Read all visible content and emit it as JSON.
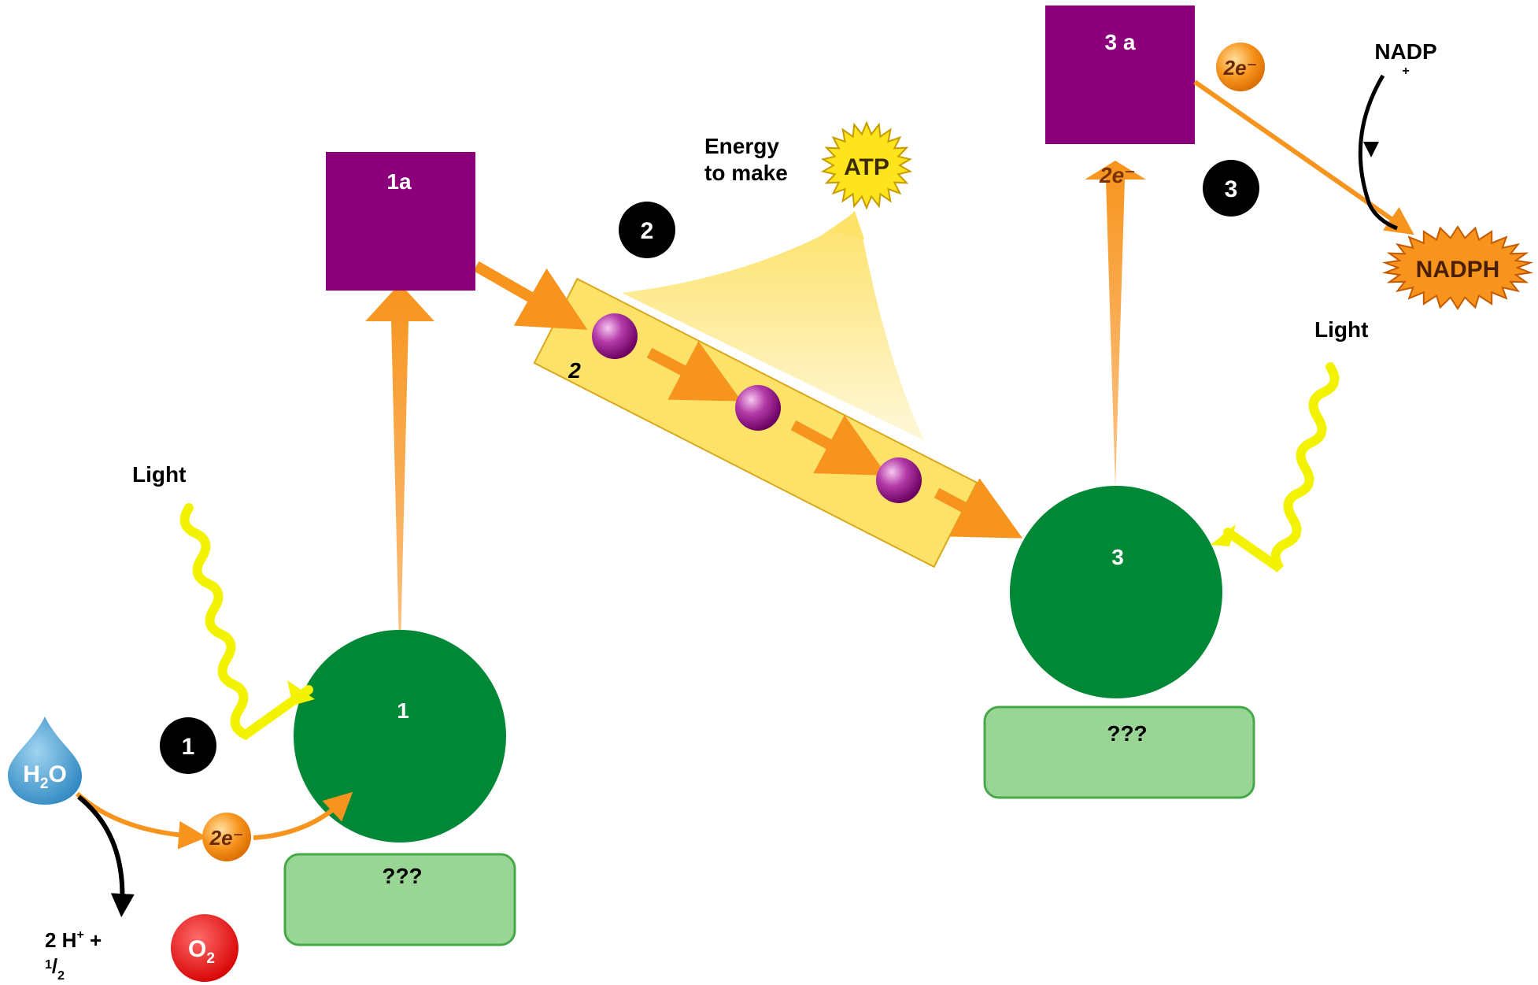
{
  "labels": {
    "box_1a": "1a",
    "box_3a": "3 a",
    "circle_1": "1",
    "circle_3": "3",
    "unknown_1": "???",
    "unknown_3": "???",
    "step_1": "1",
    "step_2": "2",
    "step_3": "3",
    "chain_label": "2",
    "energy_line1": "Energy",
    "energy_line2": "to make",
    "atp": "ATP",
    "nadph": "NADPH",
    "nadp": "NADP",
    "nadp_sup": "+",
    "light_left": "Light",
    "light_right": "Light",
    "electron_a": "2e⁻",
    "electron_b": "2e⁻",
    "electron_c": "2e⁻",
    "water_main": "H",
    "water_sub": "2",
    "water_end": "O",
    "oxygen_main": "O",
    "oxygen_sub": "2",
    "products_line1": "2 H",
    "products_sup": "+",
    "products_plus": " +",
    "products_frac_num": "1",
    "products_frac_slash": "/",
    "products_frac_den": "2"
  },
  "colors": {
    "purple": "#8b007a",
    "green_dark": "#008837",
    "green_light": "#99d594",
    "orange": "#f7941d",
    "yellow": "#fde26a",
    "light_wave": "#f3f200",
    "black": "#000000"
  }
}
